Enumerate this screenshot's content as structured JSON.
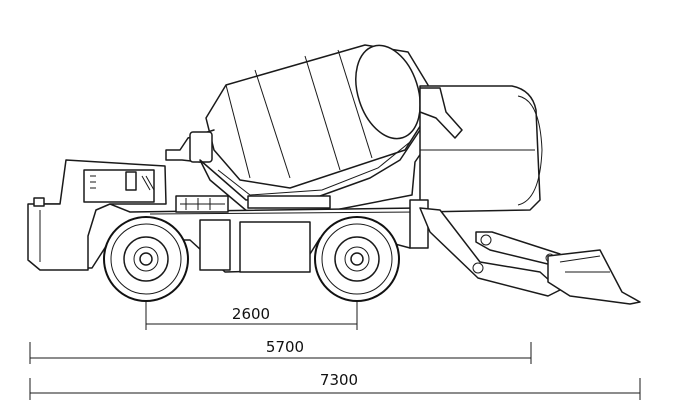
{
  "dimensions": [
    {
      "id": "wheelbase",
      "label": "2600"
    },
    {
      "id": "body_length",
      "label": "5700"
    },
    {
      "id": "overall_length",
      "label": "7300"
    }
  ],
  "colors": {
    "line": "#1a1a1a",
    "background": "#ffffff"
  }
}
